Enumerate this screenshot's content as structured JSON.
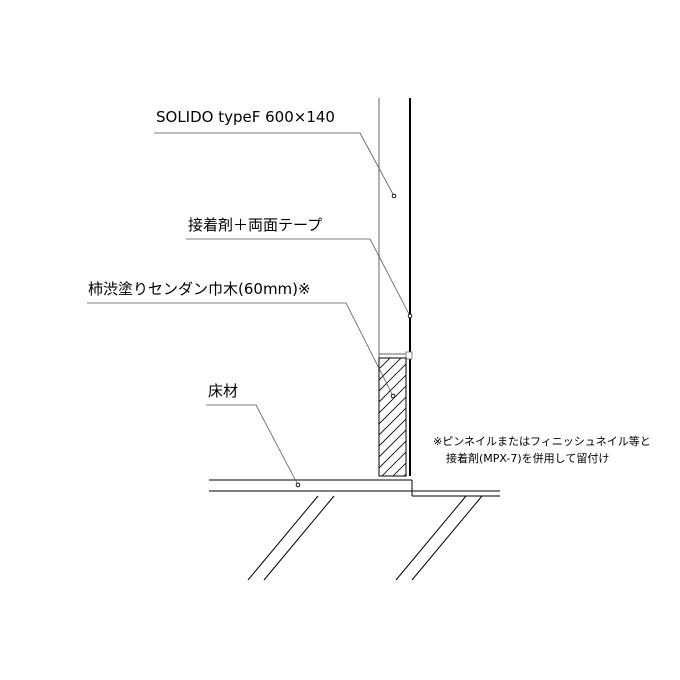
{
  "labels": {
    "panel": "SOLIDO typeF 600×140",
    "adhesive": "接着剤＋両面テープ",
    "baseboard": "柿渋塗りセンダン巾木(60mm)※",
    "floor": "床材"
  },
  "note": {
    "line1": "※ピンネイルまたはフィニッシュネイル等と",
    "line2": "接着剤(MPX-7)を併用して留付け"
  },
  "colors": {
    "line": "#000000",
    "leader": "#555555",
    "background": "#ffffff"
  }
}
